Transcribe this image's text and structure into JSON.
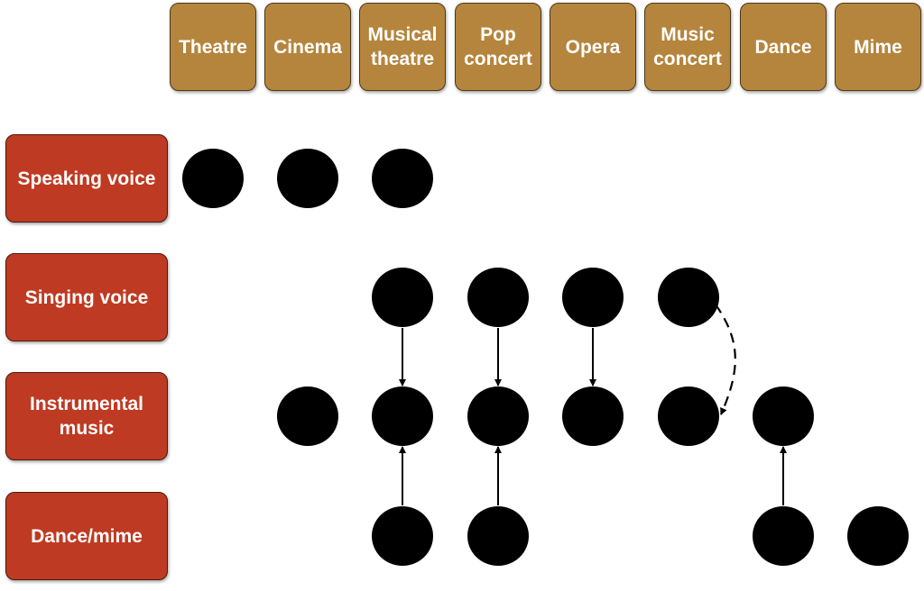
{
  "columns": [
    "Theatre",
    "Cinema",
    "Musical\ntheatre",
    "Pop\nconcert",
    "Opera",
    "Music\nconcert",
    "Dance",
    "Mime"
  ],
  "rows": [
    "Speaking voice",
    "Singing voice",
    "Instrumental\nmusic",
    "Dance/mime"
  ],
  "dots": [
    {
      "row": 0,
      "col": 0
    },
    {
      "row": 0,
      "col": 1
    },
    {
      "row": 0,
      "col": 2
    },
    {
      "row": 1,
      "col": 2
    },
    {
      "row": 1,
      "col": 3
    },
    {
      "row": 1,
      "col": 4
    },
    {
      "row": 1,
      "col": 5
    },
    {
      "row": 2,
      "col": 1
    },
    {
      "row": 2,
      "col": 2
    },
    {
      "row": 2,
      "col": 3
    },
    {
      "row": 2,
      "col": 4
    },
    {
      "row": 2,
      "col": 5
    },
    {
      "row": 2,
      "col": 6
    },
    {
      "row": 3,
      "col": 2
    },
    {
      "row": 3,
      "col": 3
    },
    {
      "row": 3,
      "col": 6
    },
    {
      "row": 3,
      "col": 7
    }
  ],
  "arrows": [
    {
      "col": 2,
      "from_row": 1,
      "to_row": 2,
      "style": "solid"
    },
    {
      "col": 3,
      "from_row": 1,
      "to_row": 2,
      "style": "solid"
    },
    {
      "col": 4,
      "from_row": 1,
      "to_row": 2,
      "style": "solid"
    },
    {
      "col": 2,
      "from_row": 3,
      "to_row": 2,
      "style": "solid"
    },
    {
      "col": 3,
      "from_row": 3,
      "to_row": 2,
      "style": "solid"
    },
    {
      "col": 6,
      "from_row": 3,
      "to_row": 2,
      "style": "solid"
    },
    {
      "col": 5,
      "from_row": 1,
      "to_row": 2,
      "style": "dashed-curve"
    }
  ],
  "colors": {
    "column_header": "#b5853d",
    "row_header": "#bf3a22",
    "dot": "#000000"
  }
}
